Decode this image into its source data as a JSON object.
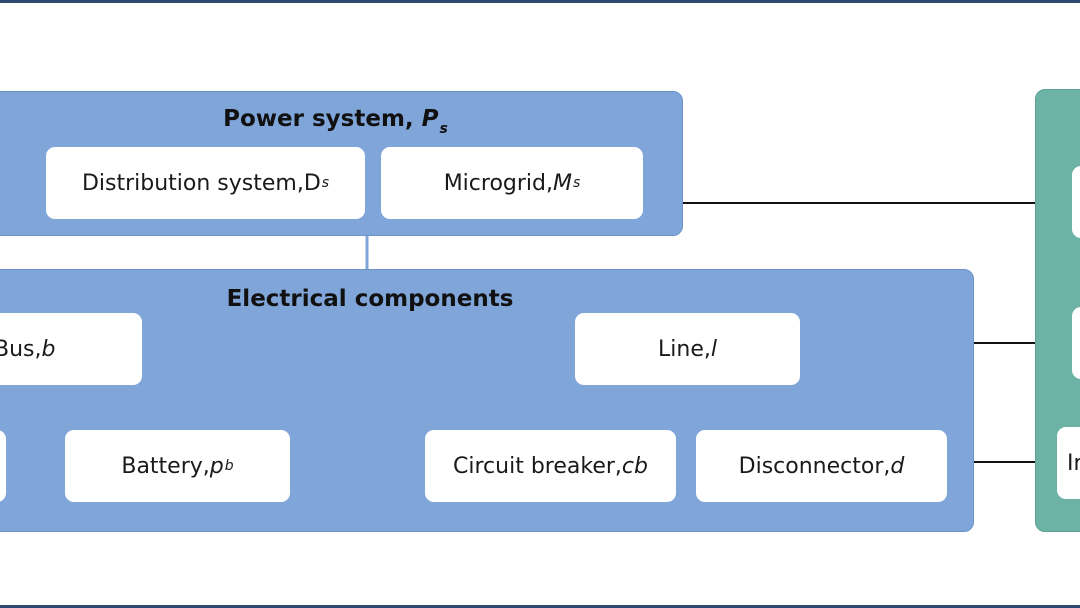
{
  "power_system": {
    "title_text": "Power system, ",
    "title_sym": "P",
    "title_sub": "s",
    "distribution": {
      "text": "Distribution system, ",
      "sym": "D",
      "sub": "s"
    },
    "microgrid": {
      "text": "Microgrid, ",
      "sym": "M",
      "sub": "s"
    }
  },
  "electrical": {
    "title": "Electrical components",
    "bus": {
      "text": "Bus, ",
      "sym": "b"
    },
    "battery": {
      "text": "Battery, ",
      "sym": "p",
      "sub": "b"
    },
    "line": {
      "text": "Line, ",
      "sym": "l"
    },
    "circuit_breaker": {
      "text": "Circuit breaker, ",
      "sym": "cb"
    },
    "disconnector": {
      "text": "Disconnector, ",
      "sym": "d"
    }
  },
  "right_group": {
    "partial_box_text": "In"
  },
  "colors": {
    "blue_group": "#80a6d9",
    "green_group": "#6cb3a6",
    "rule": "#2b4a6e"
  }
}
